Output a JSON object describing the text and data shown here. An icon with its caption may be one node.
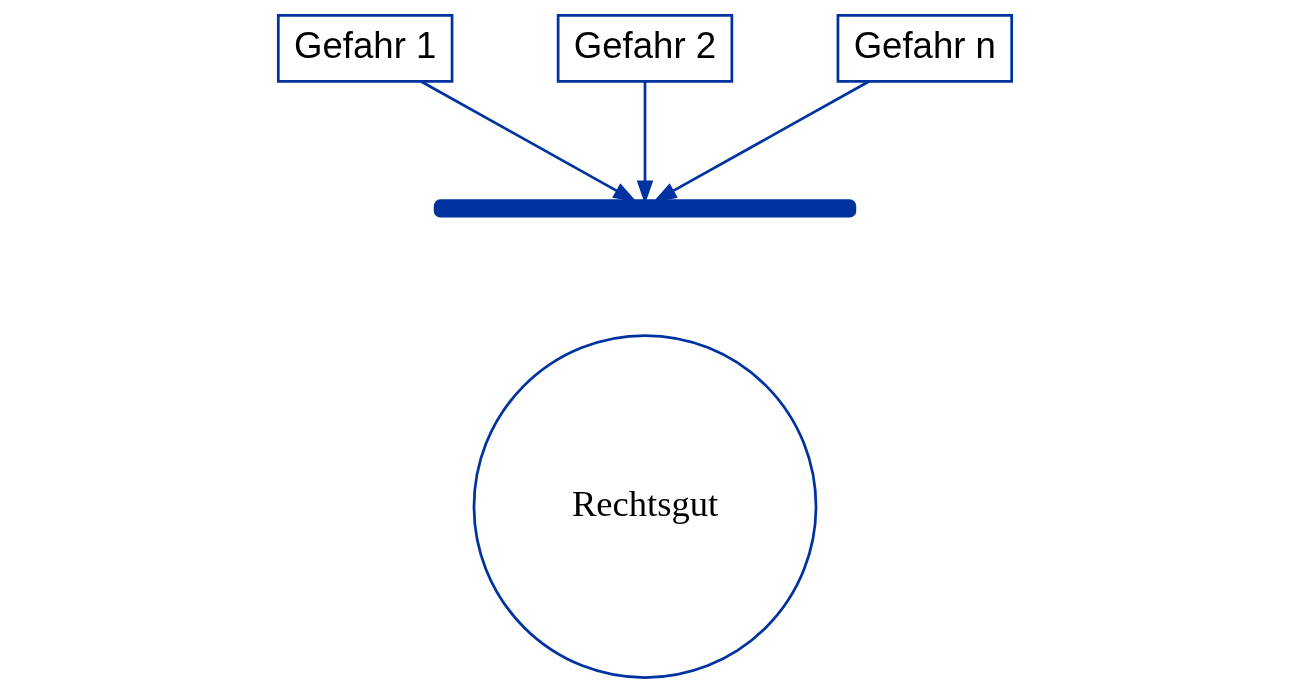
{
  "diagram": {
    "nodes": [
      {
        "text": [
          "Gefahr 1"
        ]
      },
      {
        "text": [
          "Gefahr 2"
        ]
      },
      {
        "text": [
          "Gefahr n"
        ]
      },
      {
        "text": [],
        "shape": "arc"
      },
      {
        "text": [
          "Rechtsgut"
        ]
      }
    ],
    "edges": [
      {
        "from": 0,
        "to": 3,
        "arrow": "to"
      },
      {
        "from": 1,
        "to": 3,
        "arrow": "to"
      },
      {
        "from": 2,
        "to": 3,
        "arrow": "to"
      }
    ]
  }
}
